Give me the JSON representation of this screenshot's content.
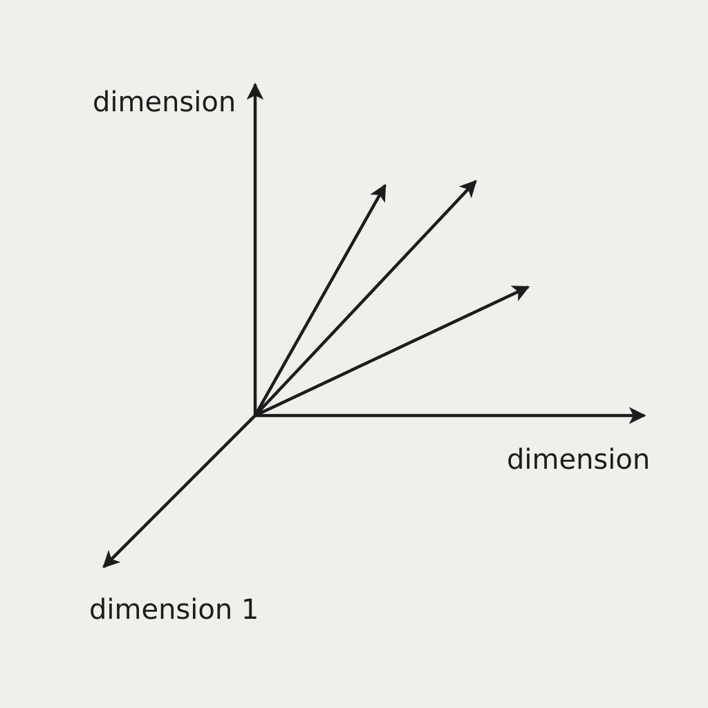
{
  "diagram": {
    "axes": {
      "vertical": {
        "label": "dimension"
      },
      "horizontal": {
        "label": "dimension"
      },
      "depth": {
        "label": "dimension 1"
      }
    },
    "vectors_count_label": "",
    "colors": {
      "background": "#f0efec",
      "stroke": "#1c1c1c"
    }
  }
}
